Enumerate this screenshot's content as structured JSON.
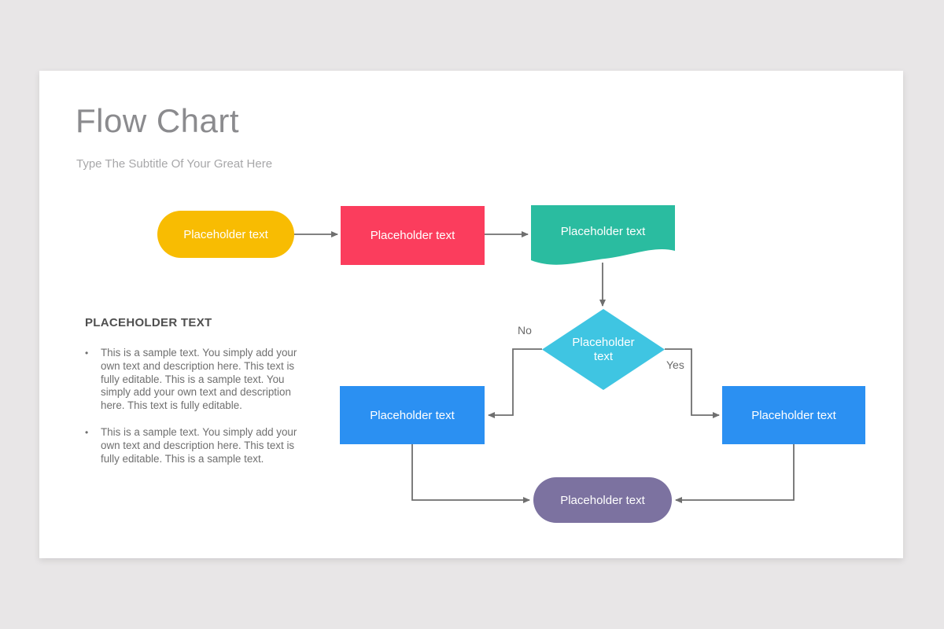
{
  "page": {
    "background_color": "#E8E6E7",
    "slide_color": "#FFFFFF"
  },
  "header": {
    "title": "Flow Chart",
    "subtitle": "Type The Subtitle Of Your Great Here",
    "title_color": "#8B8B8E",
    "subtitle_color": "#A7A7A9"
  },
  "textblock": {
    "heading": "PLACEHOLDER TEXT",
    "bullets": [
      "This is a sample text. You simply add your own text and description here. This text is fully editable. This is a sample text. You simply add your own text and description here. This text is fully editable.",
      "This is a sample text. You simply add your own text and description here. This text is fully editable. This is a sample text."
    ]
  },
  "flowchart": {
    "connector_color": "#6F6F6F",
    "nodes": {
      "start": {
        "shape": "rounded-pill",
        "label": "Placeholder text",
        "color": "#F8BC02"
      },
      "process1": {
        "shape": "rectangle",
        "label": "Placeholder text",
        "color": "#FB3D5D"
      },
      "document": {
        "shape": "document",
        "label": "Placeholder text",
        "color": "#2ABCA0"
      },
      "decision": {
        "shape": "diamond",
        "label": "Placeholder text",
        "color": "#3FC5E2"
      },
      "process_no": {
        "shape": "rectangle",
        "label": "Placeholder text",
        "color": "#2B90F2"
      },
      "process_yes": {
        "shape": "rectangle",
        "label": "Placeholder text",
        "color": "#2B90F2"
      },
      "end": {
        "shape": "rounded-pill",
        "label": "Placeholder text",
        "color": "#7C72A0"
      }
    },
    "edge_labels": {
      "no": "No",
      "yes": "Yes"
    }
  }
}
